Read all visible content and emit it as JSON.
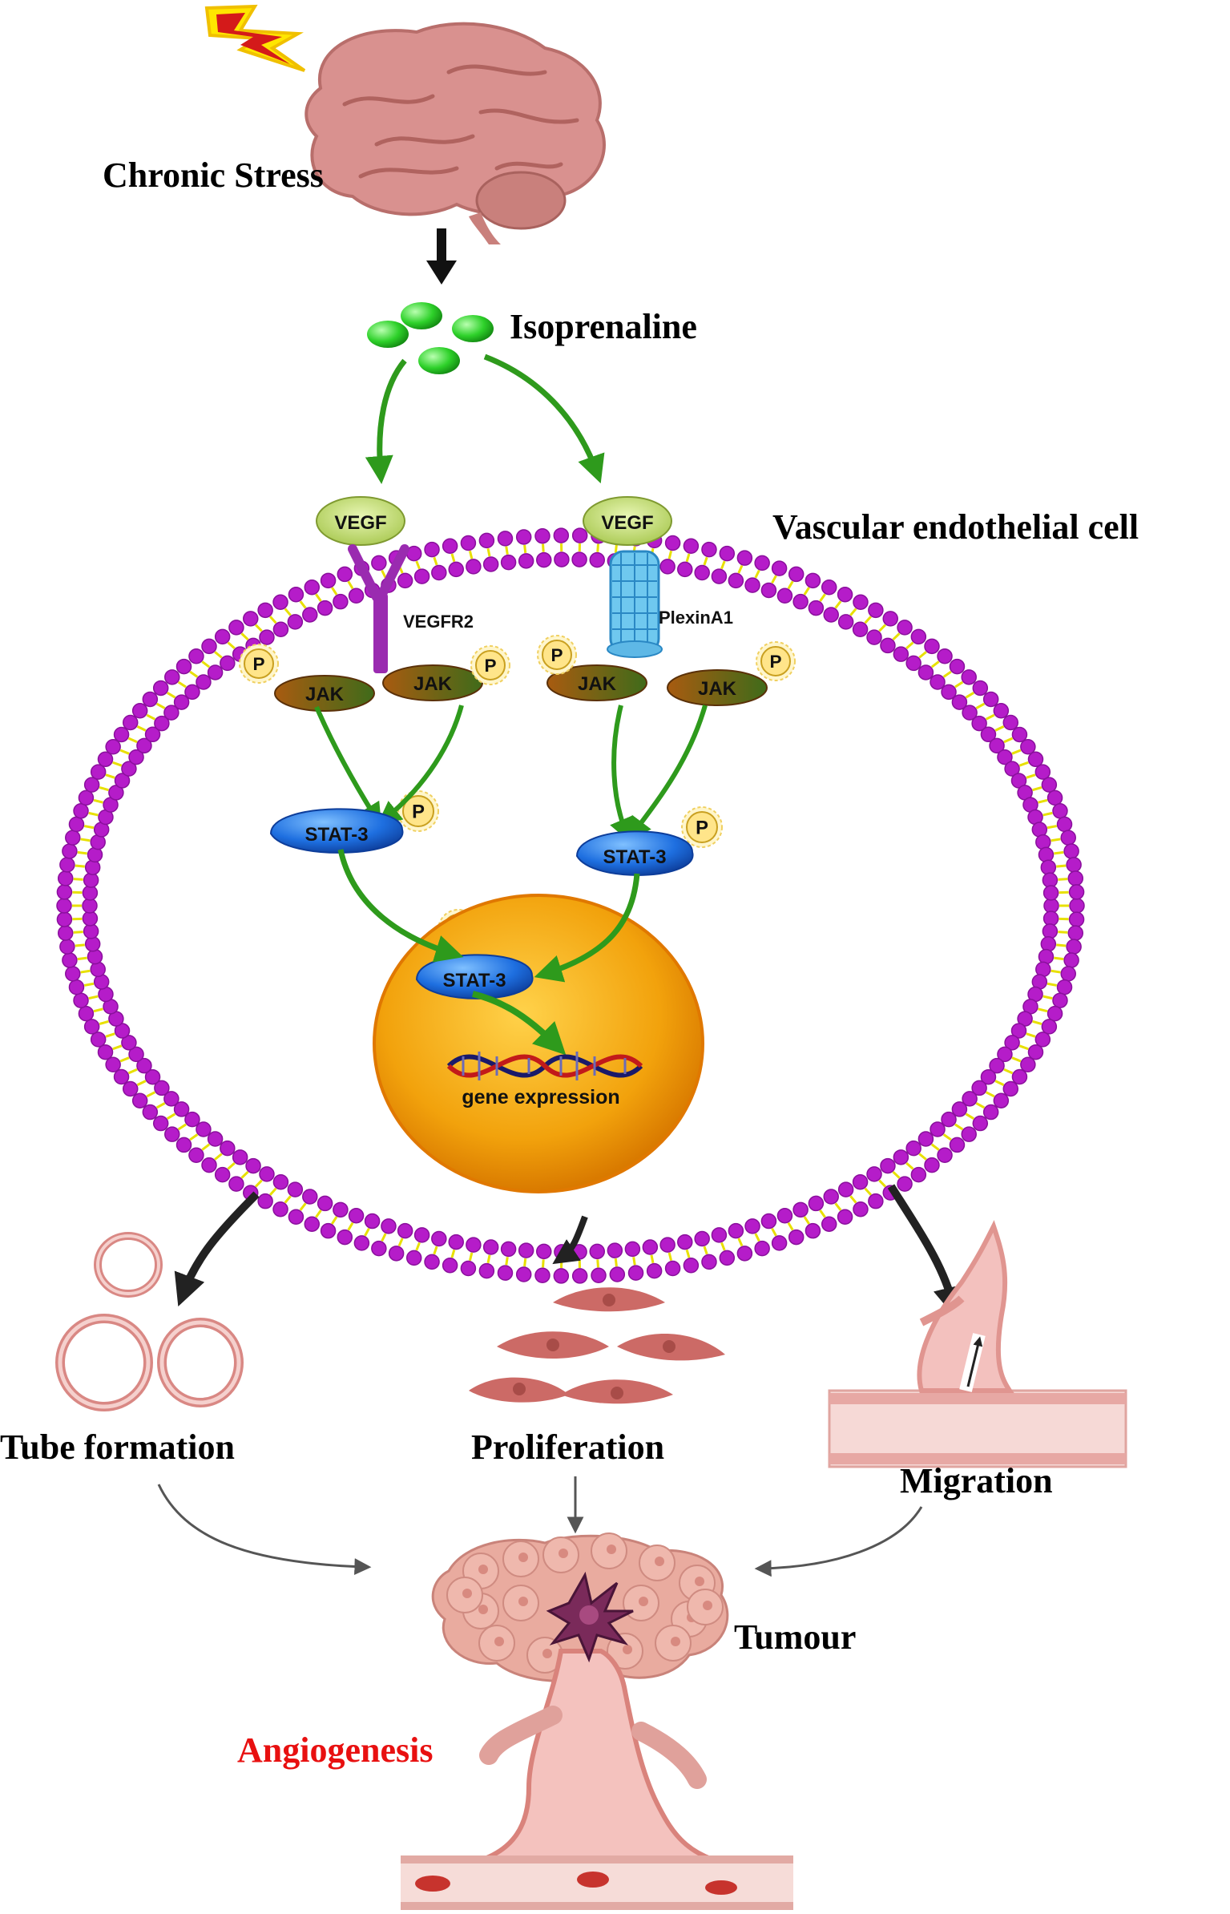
{
  "labels": {
    "chronic_stress": "Chronic Stress",
    "isoprenaline": "Isoprenaline",
    "vascular_cell": "Vascular  endothelial cell",
    "vegf_left": "VEGF",
    "vegf_right": "VEGF",
    "vegfr2": "VEGFR2",
    "plexina1": "PlexinA1",
    "jak": "JAK",
    "p": "P",
    "stat3": "STAT-3",
    "gene_expression": "gene expression",
    "tube_formation": "Tube formation",
    "proliferation": "Proliferation",
    "migration": "Migration",
    "tumour": "Tumour",
    "angiogenesis": "Angiogenesis"
  },
  "colors": {
    "arrow_green": "#2e9a1c",
    "membrane_head": "#b51cc9",
    "membrane_tail": "#e8e000",
    "vegf": "#c8e07a",
    "nucleus": "#f2a20c",
    "stat": "#1e6fe0",
    "jak": "#8a4a10",
    "cell_pink": "#e7a8a4",
    "angiogenesis_red": "#e81010"
  }
}
